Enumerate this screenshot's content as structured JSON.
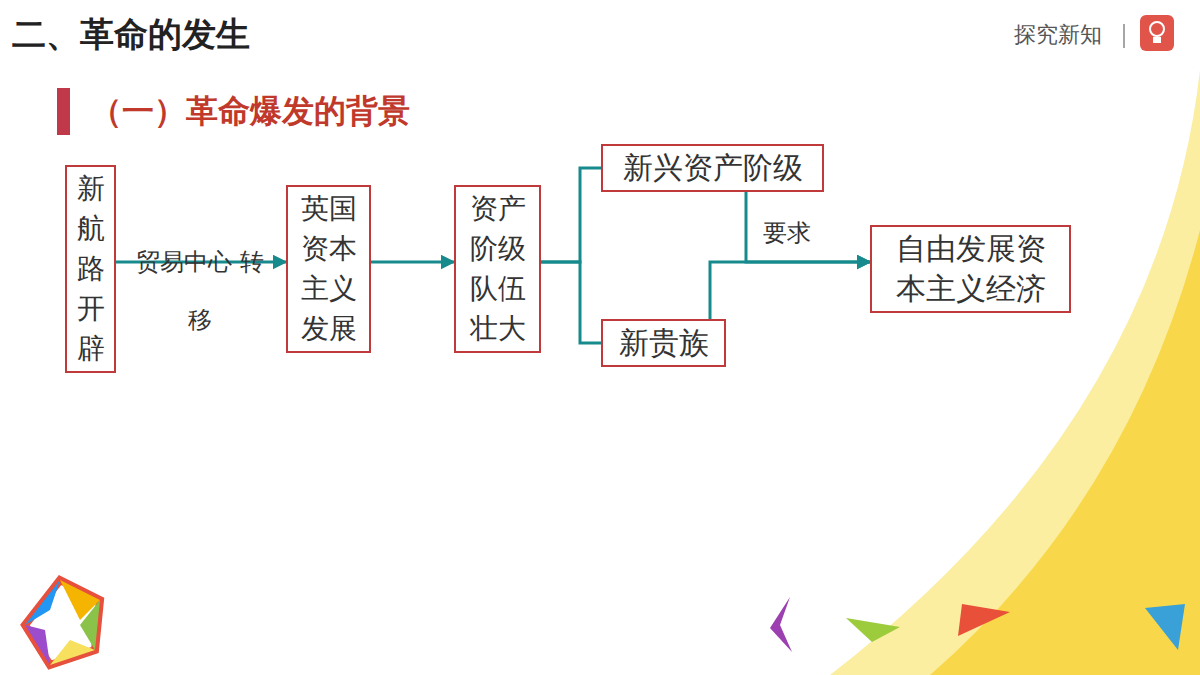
{
  "diagram": {
    "title": "二、革命的发生",
    "nodes": [
      {
        "text": [
          "新航路开辟"
        ]
      },
      {
        "text": [
          "英国资本主义发展"
        ]
      },
      {
        "text": [
          "资产阶级队伍壮大"
        ]
      },
      {
        "text": [
          "新兴资产阶级"
        ]
      },
      {
        "text": [
          "新贵族"
        ]
      },
      {
        "text": [
          "自由发展资本主义经济"
        ]
      }
    ],
    "edges": [
      {
        "from": 0,
        "to": 1,
        "arrow": "to",
        "label": "贸易中心 转移"
      },
      {
        "from": 1,
        "to": 2,
        "arrow": "to"
      },
      {
        "from": 2,
        "to": 3,
        "arrow": "none"
      },
      {
        "from": 2,
        "to": 4,
        "arrow": "none"
      },
      {
        "from": 3,
        "to": 5,
        "arrow": "to",
        "label": "要求"
      },
      {
        "from": 4,
        "to": 5,
        "arrow": "to"
      }
    ],
    "labels": [
      "（一）革命爆发的背景",
      "探究新知"
    ]
  }
}
